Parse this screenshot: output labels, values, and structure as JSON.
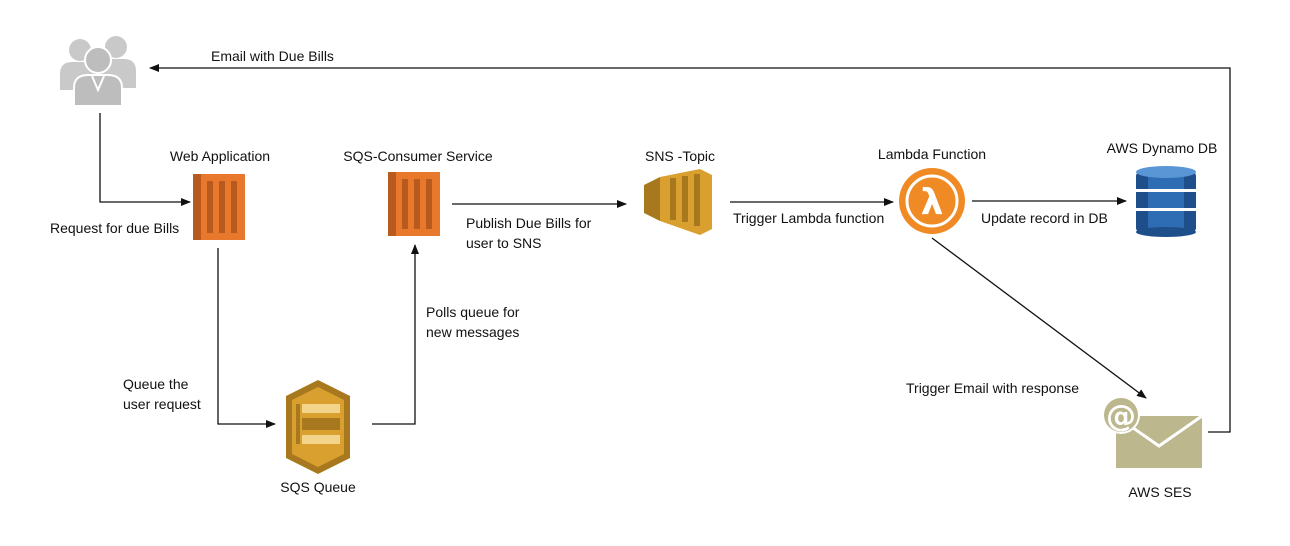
{
  "nodes": {
    "users": {
      "icon": "users-group-icon"
    },
    "web_app": {
      "title": "Web Application",
      "icon": "ec2-instance-icon",
      "color": "#E8782C"
    },
    "sqs_consumer": {
      "title": "SQS-Consumer Service",
      "icon": "ec2-instance-icon",
      "color": "#E8782C"
    },
    "sns_topic": {
      "title": "SNS -Topic",
      "icon": "sns-topic-icon",
      "color": "#D9A02F"
    },
    "lambda": {
      "title": "Lambda Function",
      "icon": "lambda-icon",
      "glyph": "λ",
      "color": "#F08A24"
    },
    "dynamo": {
      "title": "AWS  Dynamo DB",
      "icon": "dynamodb-icon",
      "color": "#2E6DB4"
    },
    "sqs_queue": {
      "title": "SQS Queue",
      "icon": "sqs-queue-icon",
      "color": "#D9A02F"
    },
    "ses": {
      "title": "AWS SES",
      "icon": "ses-email-icon",
      "glyph": "@",
      "color": "#BDB78D"
    }
  },
  "edges": {
    "email_due_bills": "Email with Due Bills",
    "request_due_bills": "Request for due Bills",
    "queue_request": [
      "Queue the",
      "user request"
    ],
    "polls_queue": [
      "Polls queue for",
      "new messages"
    ],
    "publish_due_bills": [
      "Publish Due Bills for",
      "user to SNS"
    ],
    "trigger_lambda": "Trigger Lambda function",
    "update_record": "Update record in DB",
    "trigger_email": "Trigger Email with response"
  },
  "colors": {
    "line": "#111111",
    "user_gray": "#C9C9C9",
    "ec2_orange": "#E8782C",
    "ec2_dark": "#B85A1E",
    "gold": "#D9A02F",
    "gold_dark": "#A8781E",
    "gold_light": "#F2D58A",
    "dynamo_blue": "#2E6DB4",
    "dynamo_dark": "#1E4F8A",
    "dynamo_light": "#5A95D6"
  }
}
